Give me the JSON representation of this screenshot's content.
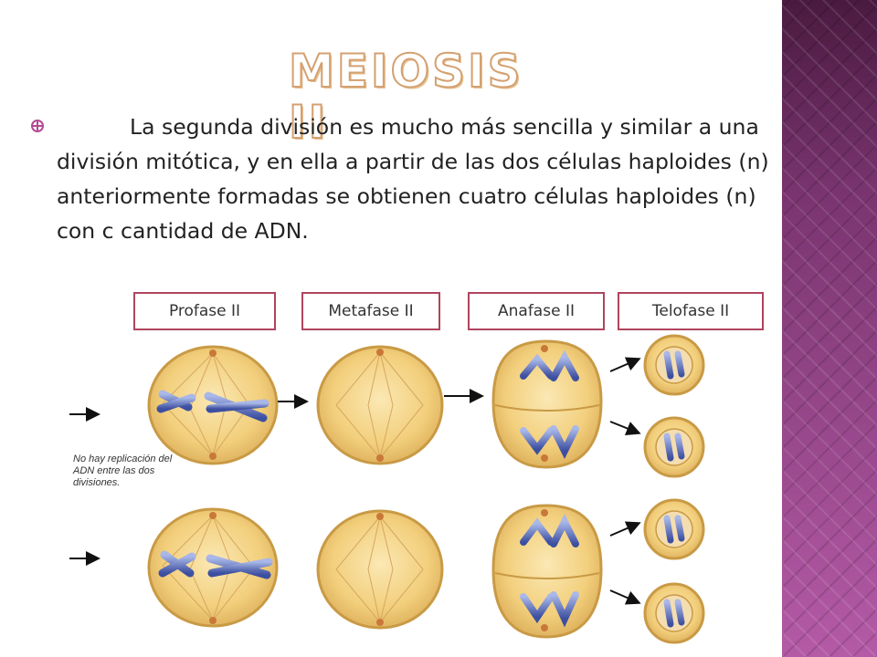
{
  "slide": {
    "title": "MEIOSIS II",
    "bullet": "La segunda división es mucho más sencilla y similar a una división mitótica, y en ella a partir de las dos células haploides (n) anteriormente formadas se obtienen cuatro células haploides (n) con c cantidad de ADN."
  },
  "phases": [
    "Profase II",
    "Metafase II",
    "Anafase II",
    "Telofase II"
  ],
  "diagram": {
    "note": "No hay replicación del ADN entre las dos divisiones."
  },
  "colors": {
    "accent": "#b24a96",
    "box_border": "#b0445f",
    "cell_fill": "#f2cf7c",
    "cell_border": "#c99a45",
    "chromosome": "#4f62b2"
  },
  "icons": [
    "bullet-cross-circle-icon"
  ]
}
